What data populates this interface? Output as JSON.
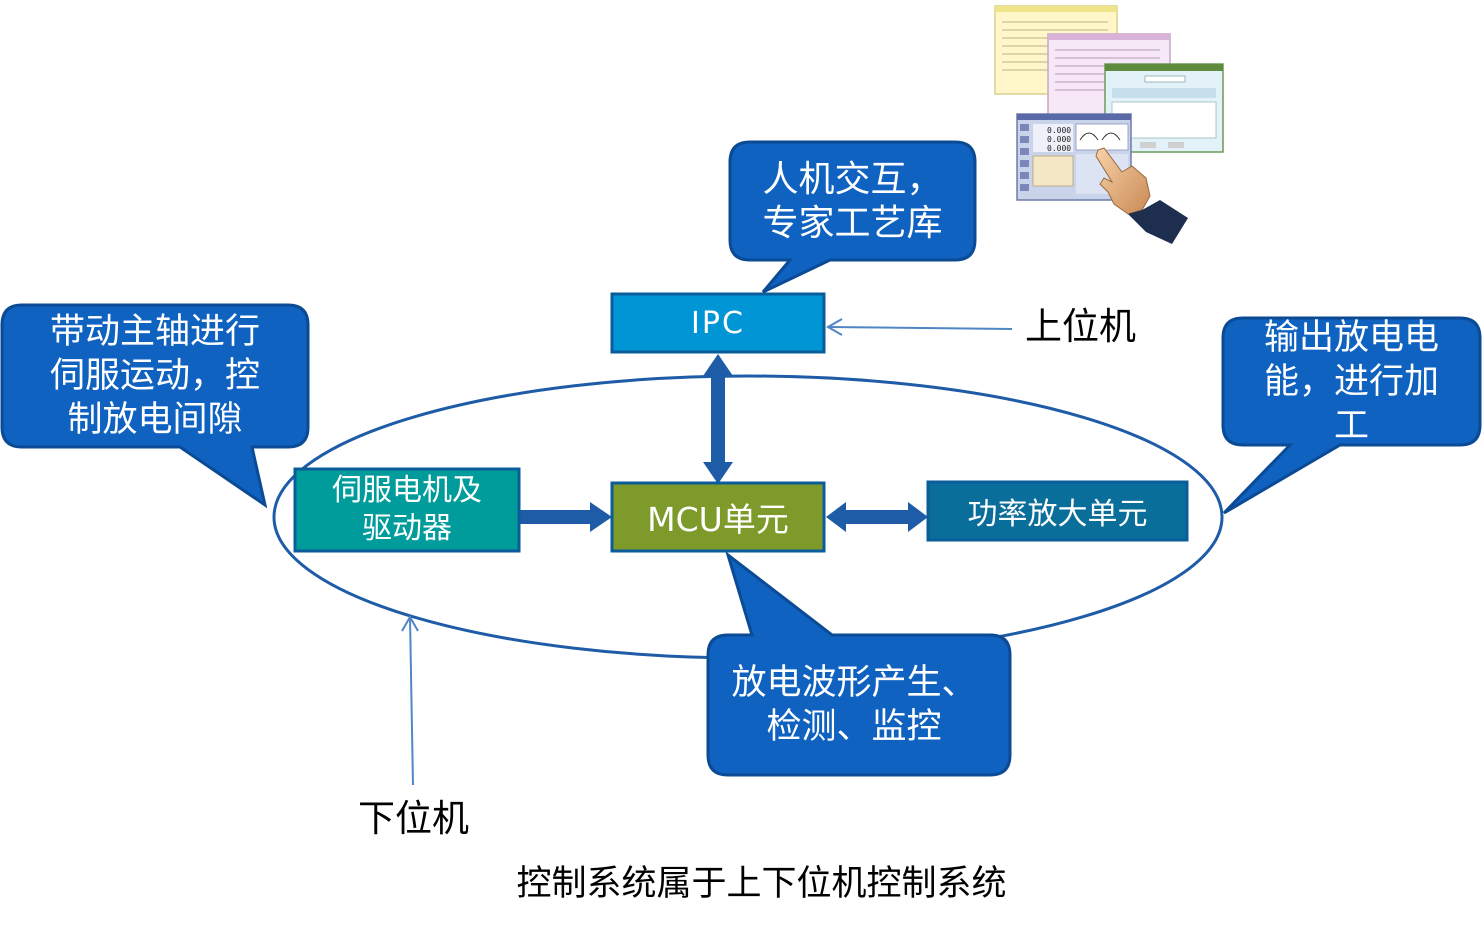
{
  "colors": {
    "ellipse_stroke": "#1F5CA8",
    "arrow_fill": "#1F5CA8",
    "thin_arrow": "#4F86C6",
    "callout_fill": "#0F62C0",
    "callout_stroke": "#0B4A94",
    "ipc_fill": "#0096D6",
    "servo_fill": "#009B9B",
    "mcu_fill": "#7D9A2B",
    "power_fill": "#0A6E9B"
  },
  "boxes": {
    "ipc": "IPC",
    "servo": "伺服电机及\n驱动器",
    "mcu": "MCU单元",
    "power": "功率放大单元"
  },
  "callouts": {
    "hmi": "人机交互，\n专家工艺库",
    "spindle": "带动主轴进行\n伺服运动，控\n制放电间隙",
    "output": "输出放电电\n能，进行加\n工",
    "waveform": "放电波形产生、\n检测、监控"
  },
  "labels": {
    "upper": "上位机",
    "lower": "下位机"
  },
  "caption": "控制系统属于上下位机控制系统",
  "screen_values": [
    "0.000",
    "0.000",
    "0.000"
  ]
}
